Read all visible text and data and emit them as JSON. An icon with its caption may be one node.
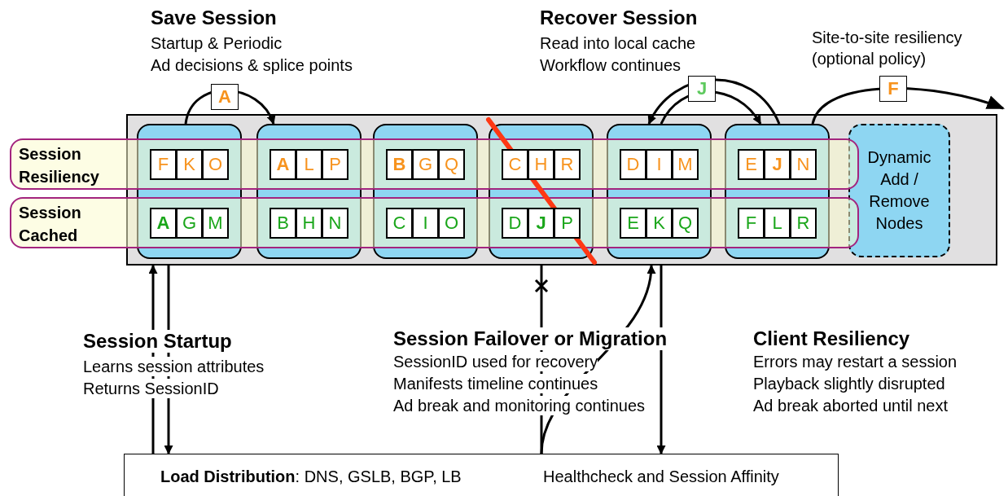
{
  "diagram": {
    "nodes": [
      {
        "text": [],
        "shape": "box"
      },
      {
        "text": [],
        "shape": "box",
        "in": 0
      },
      {
        "text": [
          "F"
        ]
      },
      {
        "text": [
          "K"
        ]
      },
      {
        "text": [
          "O"
        ]
      },
      {
        "text": [
          "A"
        ]
      },
      {
        "text": [
          "G"
        ]
      },
      {
        "text": [
          "M"
        ]
      },
      {
        "text": [],
        "shape": "box",
        "in": 0
      },
      {
        "text": [
          "A"
        ]
      },
      {
        "text": [
          "L"
        ]
      },
      {
        "text": [
          "P"
        ]
      },
      {
        "text": [
          "B"
        ]
      },
      {
        "text": [
          "H"
        ]
      },
      {
        "text": [
          "N"
        ]
      },
      {
        "text": [],
        "shape": "box",
        "in": 0
      },
      {
        "text": [
          "B"
        ]
      },
      {
        "text": [
          "G"
        ]
      },
      {
        "text": [
          "Q"
        ]
      },
      {
        "text": [
          "C"
        ]
      },
      {
        "text": [
          "I"
        ]
      },
      {
        "text": [
          "O"
        ]
      },
      {
        "text": [],
        "shape": "box",
        "in": 0
      },
      {
        "text": [
          "C"
        ]
      },
      {
        "text": [
          "H"
        ]
      },
      {
        "text": [
          "R"
        ]
      },
      {
        "text": [
          "D"
        ]
      },
      {
        "text": [
          "J"
        ]
      },
      {
        "text": [
          "P"
        ]
      },
      {
        "text": [],
        "shape": "box",
        "in": 0
      },
      {
        "text": [
          "D"
        ]
      },
      {
        "text": [
          "I"
        ]
      },
      {
        "text": [
          "M"
        ]
      },
      {
        "text": [
          "E"
        ]
      },
      {
        "text": [
          "K"
        ]
      },
      {
        "text": [
          "Q"
        ]
      },
      {
        "text": [],
        "shape": "box",
        "in": 0
      },
      {
        "text": [
          "E"
        ]
      },
      {
        "text": [
          "J"
        ]
      },
      {
        "text": [
          "N"
        ]
      },
      {
        "text": [
          "F"
        ]
      },
      {
        "text": [
          "L"
        ]
      },
      {
        "text": [
          "R"
        ]
      },
      {
        "text": [
          "Dynamic Add / Remove Nodes"
        ],
        "in": 0
      },
      {
        "text": [
          "Session Resiliency"
        ]
      },
      {
        "text": [
          "Session Cached"
        ]
      },
      {
        "text": [
          "**Load Distribution**: DNS, GSLB, BGP, LB",
          "Healthcheck and Session Affinity"
        ]
      }
    ],
    "edges": [
      {
        "from": 1,
        "to": 8,
        "arrow": "to",
        "label": "A"
      },
      {
        "from": 36,
        "to": 29,
        "arrow": "to",
        "label": "J"
      },
      {
        "from": 29,
        "to": 36,
        "arrow": "to"
      },
      {
        "from": 36,
        "to": null,
        "arrow": "to",
        "label": "F"
      },
      {
        "from": 46,
        "to": 0,
        "arrow": "to"
      },
      {
        "from": 0,
        "to": 46,
        "arrow": "to"
      },
      {
        "from": 46,
        "to": 0,
        "arrow": "none"
      },
      {
        "from": 46,
        "to": 0,
        "arrow": "to"
      },
      {
        "from": 0,
        "to": 46,
        "arrow": "to"
      }
    ],
    "labels": [
      "Save Session",
      "Startup & Periodic",
      "Ad decisions & splice points",
      "Recover Session",
      "Read into local cache",
      "Workflow continues",
      "Site-to-site resiliency (optional policy)",
      "Session Startup",
      "Learns session attributes",
      "Returns SessionID",
      "Session Failover or Migration",
      "SessionID used for recovery",
      "Manifests timeline continues",
      "Ad break and monitoring continues",
      "Client Resiliency",
      "Errors may restart a session",
      "Playback slightly disrupted",
      "Ad break aborted until next"
    ]
  }
}
